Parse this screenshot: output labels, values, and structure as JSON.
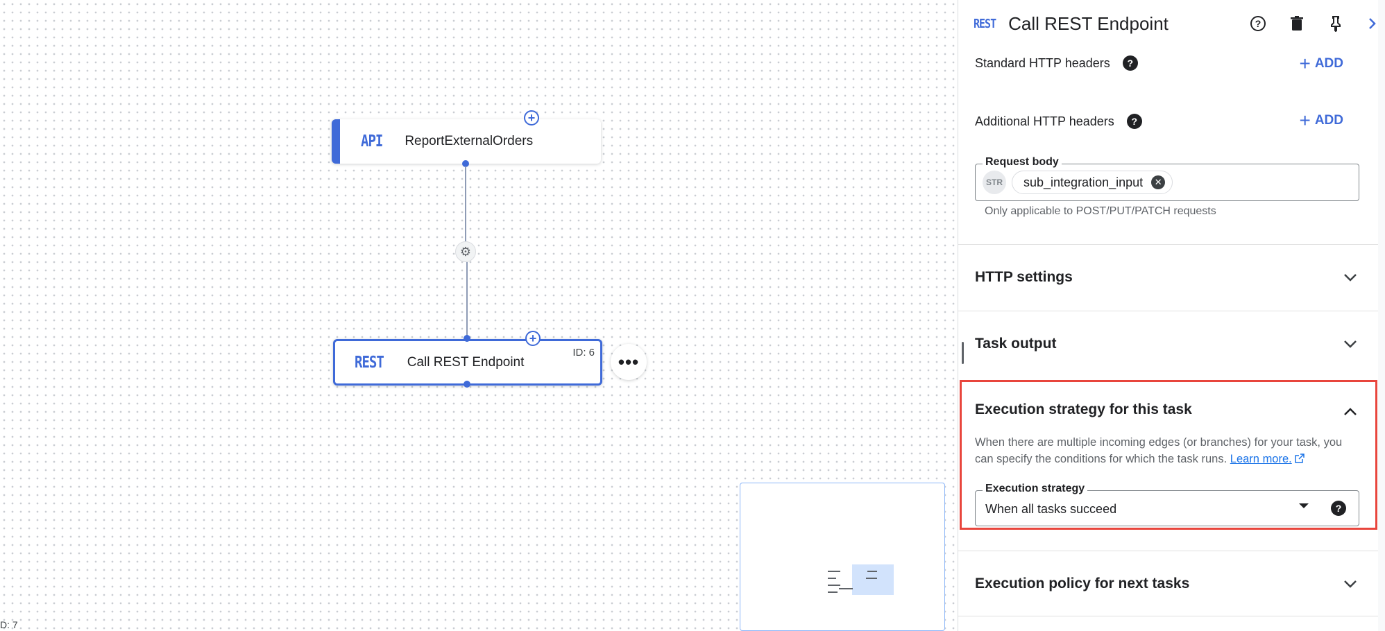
{
  "canvas": {
    "api_node": {
      "type": "API",
      "title": "ReportExternalOrders"
    },
    "rest_node": {
      "type": "REST",
      "title": "Call REST Endpoint",
      "id_label": "ID: 6"
    },
    "corner_text": "D: 7",
    "add_symbol": "+",
    "more_symbol": "•••",
    "gear_symbol": "⚙"
  },
  "panel": {
    "header": {
      "badge": "REST",
      "title": "Call REST Endpoint"
    },
    "standard_headers": {
      "label": "Standard HTTP headers",
      "add_label": "ADD"
    },
    "additional_headers": {
      "label": "Additional HTTP headers",
      "add_label": "ADD"
    },
    "request_body": {
      "label": "Request body",
      "type_badge": "STR",
      "chip_value": "sub_integration_input",
      "hint": "Only applicable to POST/PUT/PATCH requests"
    },
    "sections": {
      "http_settings": "HTTP settings",
      "task_output": "Task output",
      "execution_strategy": "Execution strategy for this task",
      "execution_policy": "Execution policy for next tasks"
    },
    "execution": {
      "description": "When there are multiple incoming edges (or branches) for your task, you can specify the conditions for which the task runs.",
      "learn_more": "Learn more.",
      "field_label": "Execution strategy",
      "selected": "When all tasks succeed"
    }
  },
  "colors": {
    "accent": "#3f6ad8",
    "highlight": "#e8453c",
    "link": "#1a73e8"
  }
}
